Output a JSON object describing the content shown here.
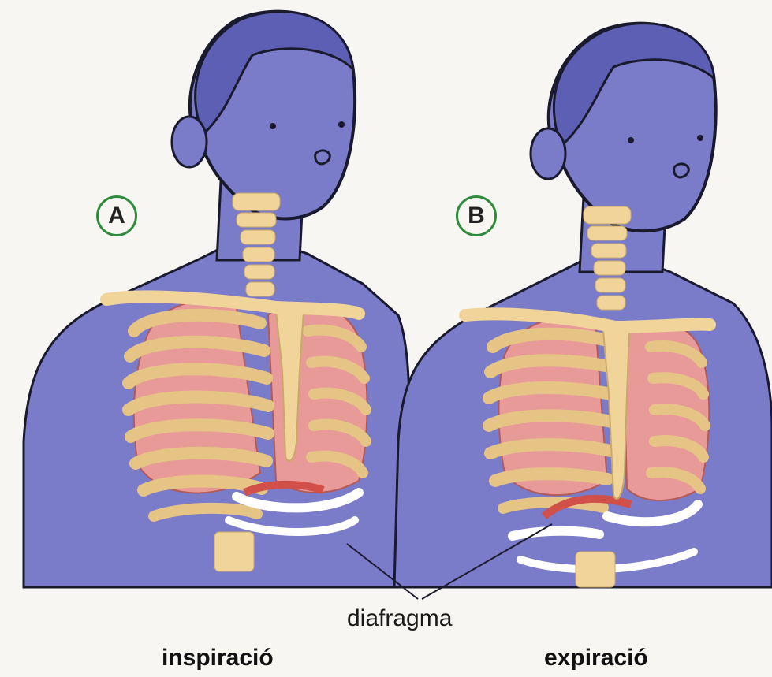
{
  "figures": [
    {
      "letter": "A",
      "caption": "inspiració"
    },
    {
      "letter": "B",
      "caption": "expiració"
    }
  ],
  "callout": "diafragma",
  "colors": {
    "body": "#7a7bc9",
    "outline": "#1a1a2e",
    "bone": "#f0d49a",
    "lung": "#e89a98",
    "rib_white": "#ffffff",
    "diaphragm": "#d2504a",
    "badge": "#2f8a3a"
  }
}
